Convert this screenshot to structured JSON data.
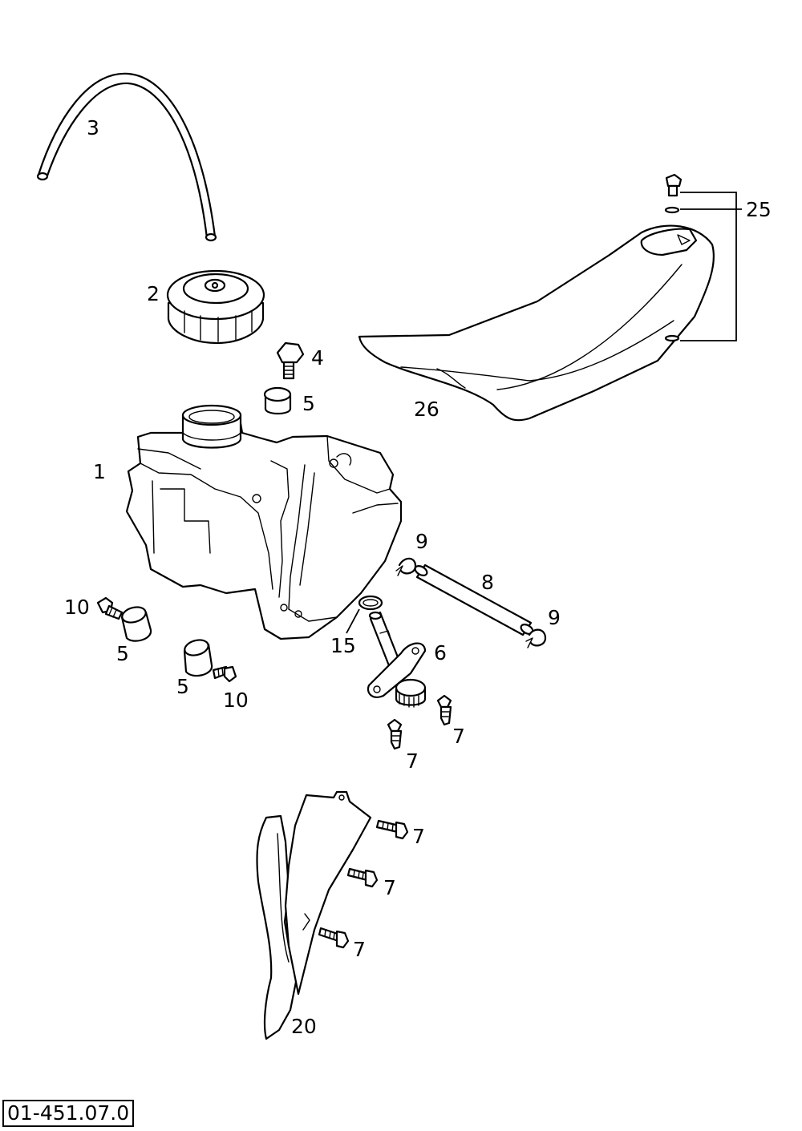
{
  "diagram_ref": "01-451.07.0",
  "parts": {
    "fuel_tank": "1",
    "tank_cap": "2",
    "breather_hose": "3",
    "bolt_4": "4",
    "bushing_5_top": "5",
    "bushing_5_left": "5",
    "bushing_5_lower": "5",
    "fuel_tap": "6",
    "screw_7_tap_right": "7",
    "screw_7_tap_left": "7",
    "screw_7_spoiler_a": "7",
    "screw_7_spoiler_b": "7",
    "screw_7_spoiler_c": "7",
    "fuel_line": "8",
    "hose_clamp_9_top": "9",
    "hose_clamp_9_right": "9",
    "screw_10_left": "10",
    "screw_10_lower": "10",
    "o_ring": "15",
    "spoiler": "20",
    "seat_fasteners": "25",
    "seat": "26"
  }
}
